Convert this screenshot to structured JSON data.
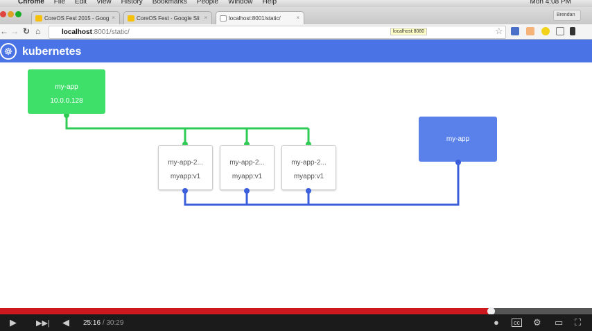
{
  "menubar": {
    "items": [
      "Chrome",
      "File",
      "Edit",
      "View",
      "History",
      "Bookmarks",
      "People",
      "Window",
      "Help"
    ],
    "clock": "Mon 4:08 PM"
  },
  "tabs": [
    {
      "label": "CoreOS Fest 2015 - Goog"
    },
    {
      "label": "CoreOS Fest - Google Sli"
    },
    {
      "label": "localhost:8001/static/"
    }
  ],
  "profile": "Brendan",
  "address": {
    "host": "localhost",
    "rest": ":8001/static/"
  },
  "tooltip": "localhost:8080",
  "app": {
    "title": "kubernetes"
  },
  "diagram": {
    "replication_controller": {
      "name": "my-app",
      "ip": "10.0.0.128",
      "color": "#3ee06a"
    },
    "pods": [
      {
        "name": "my-app-2...",
        "label": "myapp:v1"
      },
      {
        "name": "my-app-2...",
        "label": "myapp:v1"
      },
      {
        "name": "my-app-2...",
        "label": "myapp:v1"
      }
    ],
    "service": {
      "name": "my-app",
      "color": "#5a80ea"
    }
  },
  "player": {
    "current": "25:16",
    "duration": "/ 30:29",
    "progress": 0.829
  }
}
